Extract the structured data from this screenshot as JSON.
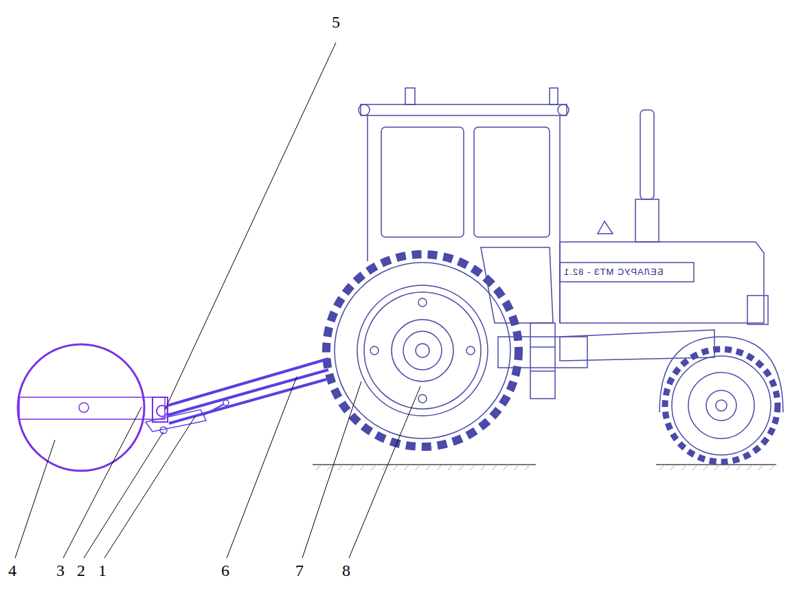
{
  "diagram": {
    "labels": [
      "5",
      "4",
      "3",
      "2",
      "1",
      "6",
      "7",
      "8",
      "БЕЛАРУС МТЗ - 82.1"
    ]
  }
}
